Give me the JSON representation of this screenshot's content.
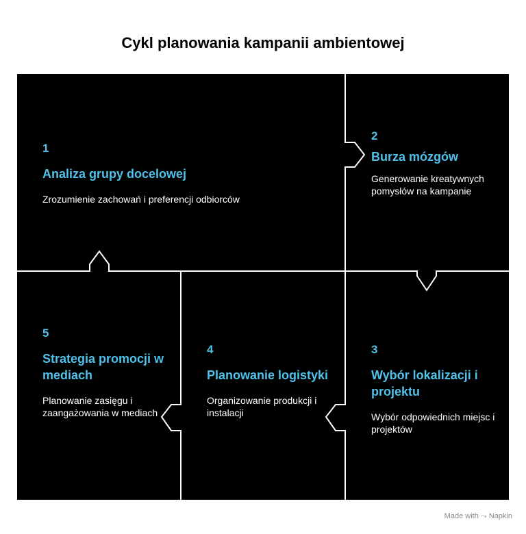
{
  "title": "Cykl planowania kampanii ambientowej",
  "steps": [
    {
      "num": "1",
      "heading": "Analiza grupy docelowej",
      "desc": "Zrozumienie zachowań i preferencji odbiorców"
    },
    {
      "num": "2",
      "heading": "Burza mózgów",
      "desc": "Generowanie kreatywnych pomysłów na kampanie"
    },
    {
      "num": "3",
      "heading": "Wybór lokalizacji i projektu",
      "desc": "Wybór odpowiednich miejsc i projektów"
    },
    {
      "num": "4",
      "heading": "Planowanie logistyki",
      "desc": "Organizowanie produkcji i instalacji"
    },
    {
      "num": "5",
      "heading": "Strategia promocji w mediach",
      "desc": "Planowanie zasięgu i zaangażowania w mediach"
    }
  ],
  "footer": {
    "made_with": "Made with",
    "brand": "Napkin"
  },
  "colors": {
    "accent": "#4fc1ea",
    "background": "#000000",
    "text": "#ffffff"
  }
}
